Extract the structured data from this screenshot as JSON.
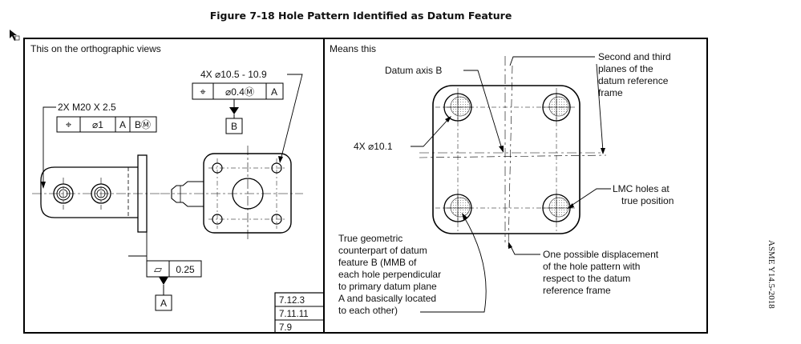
{
  "figure": {
    "title": "Figure 7-18 Hole Pattern Identified as Datum Feature",
    "side_text": "ASME Y14.5-2018"
  },
  "left_panel": {
    "header": "This on the orthographic views",
    "thread_callout": "2X M20 X 2.5",
    "thread_fcf": {
      "symbol": "⌖",
      "tol": "⌀1",
      "datum1": "A",
      "datum2": "BⓂ"
    },
    "hole_callout": "4X ⌀10.5 - 10.9",
    "hole_fcf": {
      "symbol": "⌖",
      "tol": "⌀0.4Ⓜ",
      "datum1": "A"
    },
    "datum_b": "B",
    "flatness_fcf": {
      "symbol": "▱",
      "tol": "0.25"
    },
    "datum_a": "A",
    "refs": [
      "7.12.3",
      "7.11.11",
      "7.9"
    ]
  },
  "right_panel": {
    "header": "Means this",
    "datum_axis": "Datum axis B",
    "hole_size": "4X ⌀10.1",
    "planes_note": [
      "Second and third",
      "planes of the",
      "datum reference",
      "frame"
    ],
    "lmc_note": [
      "LMC holes at",
      "true position"
    ],
    "true_geo_note": [
      "True geometric",
      "counterpart of datum",
      "feature B (MMB of",
      "each hole perpendicular",
      "to primary datum plane",
      "A and basically located",
      "to each other)"
    ],
    "displacement_note": [
      "One possible displacement",
      "of the hole pattern with",
      "respect to the datum",
      "reference frame"
    ]
  }
}
